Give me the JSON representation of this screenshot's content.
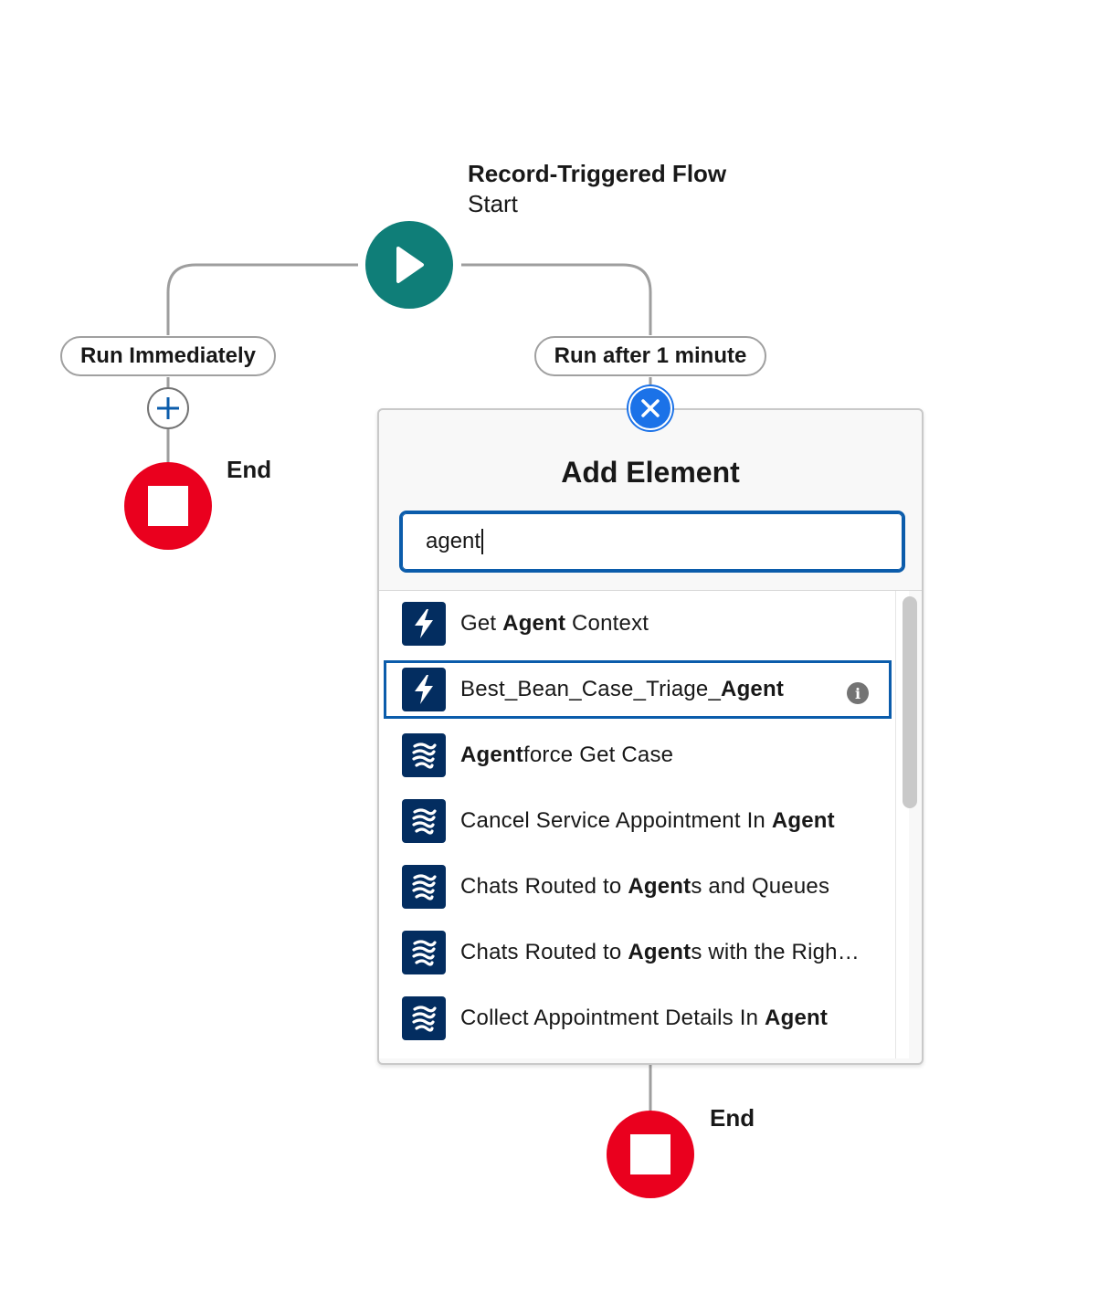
{
  "start": {
    "title": "Record-Triggered Flow",
    "subtitle": "Start"
  },
  "paths": {
    "left": {
      "label": "Run Immediately"
    },
    "right": {
      "label": "Run after 1 minute"
    }
  },
  "end_nodes": {
    "left_label": "End",
    "right_label": "End"
  },
  "add_element_panel": {
    "title": "Add Element",
    "search_value": "agent",
    "items": [
      {
        "icon": "action-bolt-icon",
        "pre": "Get ",
        "match": "Agent",
        "post": " Context"
      },
      {
        "icon": "action-bolt-icon",
        "pre": "Best_Bean_Case_Triage_",
        "match": "Agent",
        "post": "",
        "selected": true,
        "info": "i"
      },
      {
        "icon": "flow-icon",
        "pre": "",
        "match": "Agent",
        "post": "force Get Case"
      },
      {
        "icon": "flow-icon",
        "pre": "Cancel Service Appointment In ",
        "match": "Agent",
        "post": ""
      },
      {
        "icon": "flow-icon",
        "pre": "Chats Routed to ",
        "match": "Agent",
        "post": "s and Queues"
      },
      {
        "icon": "flow-icon",
        "pre": "Chats Routed to ",
        "match": "Agent",
        "post": "s with the Righ…"
      },
      {
        "icon": "flow-icon",
        "pre": "Collect Appointment Details In ",
        "match": "Agent",
        "post": ""
      }
    ]
  },
  "colors": {
    "start": "#0f7e78",
    "end": "#ea001e",
    "brand_blue": "#0b5cab",
    "icon_tile": "#032d60",
    "close": "#1b72e8"
  }
}
